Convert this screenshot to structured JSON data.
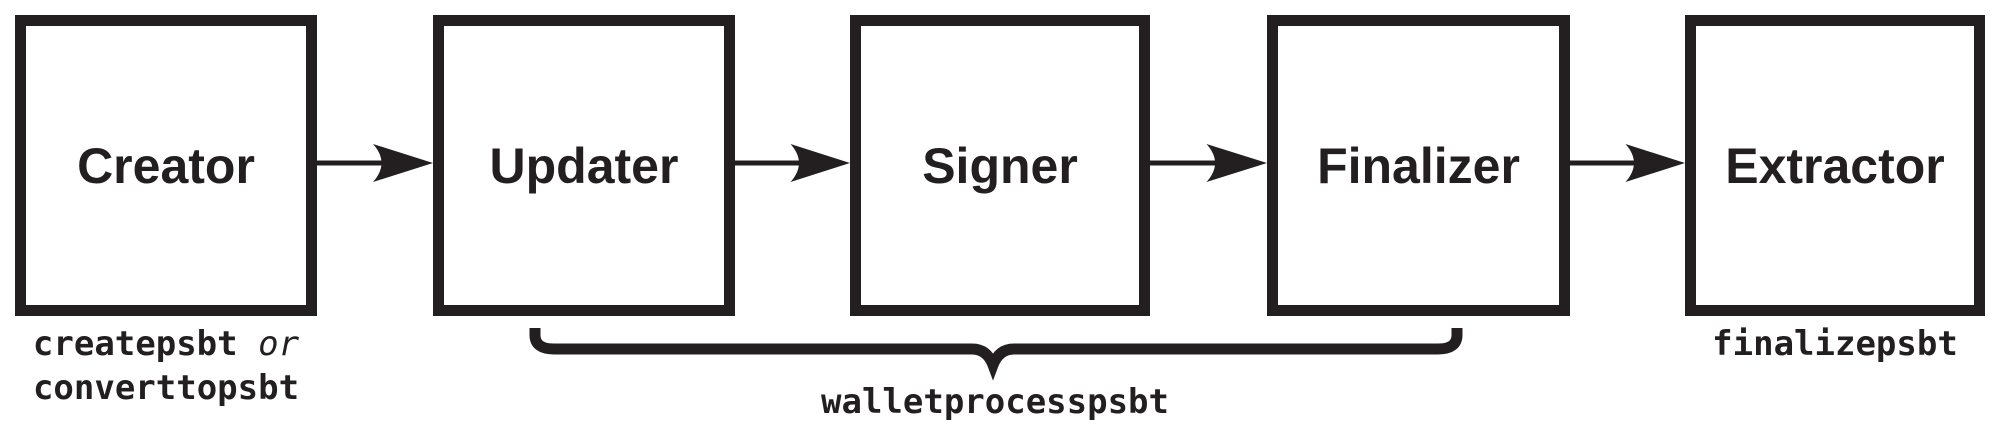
{
  "colors": {
    "ink": "#231f20",
    "background": "#ffffff"
  },
  "diagram": {
    "boxes": [
      {
        "label": "Creator"
      },
      {
        "label": "Updater"
      },
      {
        "label": "Signer"
      },
      {
        "label": "Finalizer"
      },
      {
        "label": "Extractor"
      }
    ],
    "captions": {
      "creator_command_1": "createpsbt",
      "creator_conjunction": "or",
      "creator_command_2": "converttopsbt",
      "brace_command": "walletprocesspsbt",
      "extractor_command": "finalizepsbt"
    }
  }
}
